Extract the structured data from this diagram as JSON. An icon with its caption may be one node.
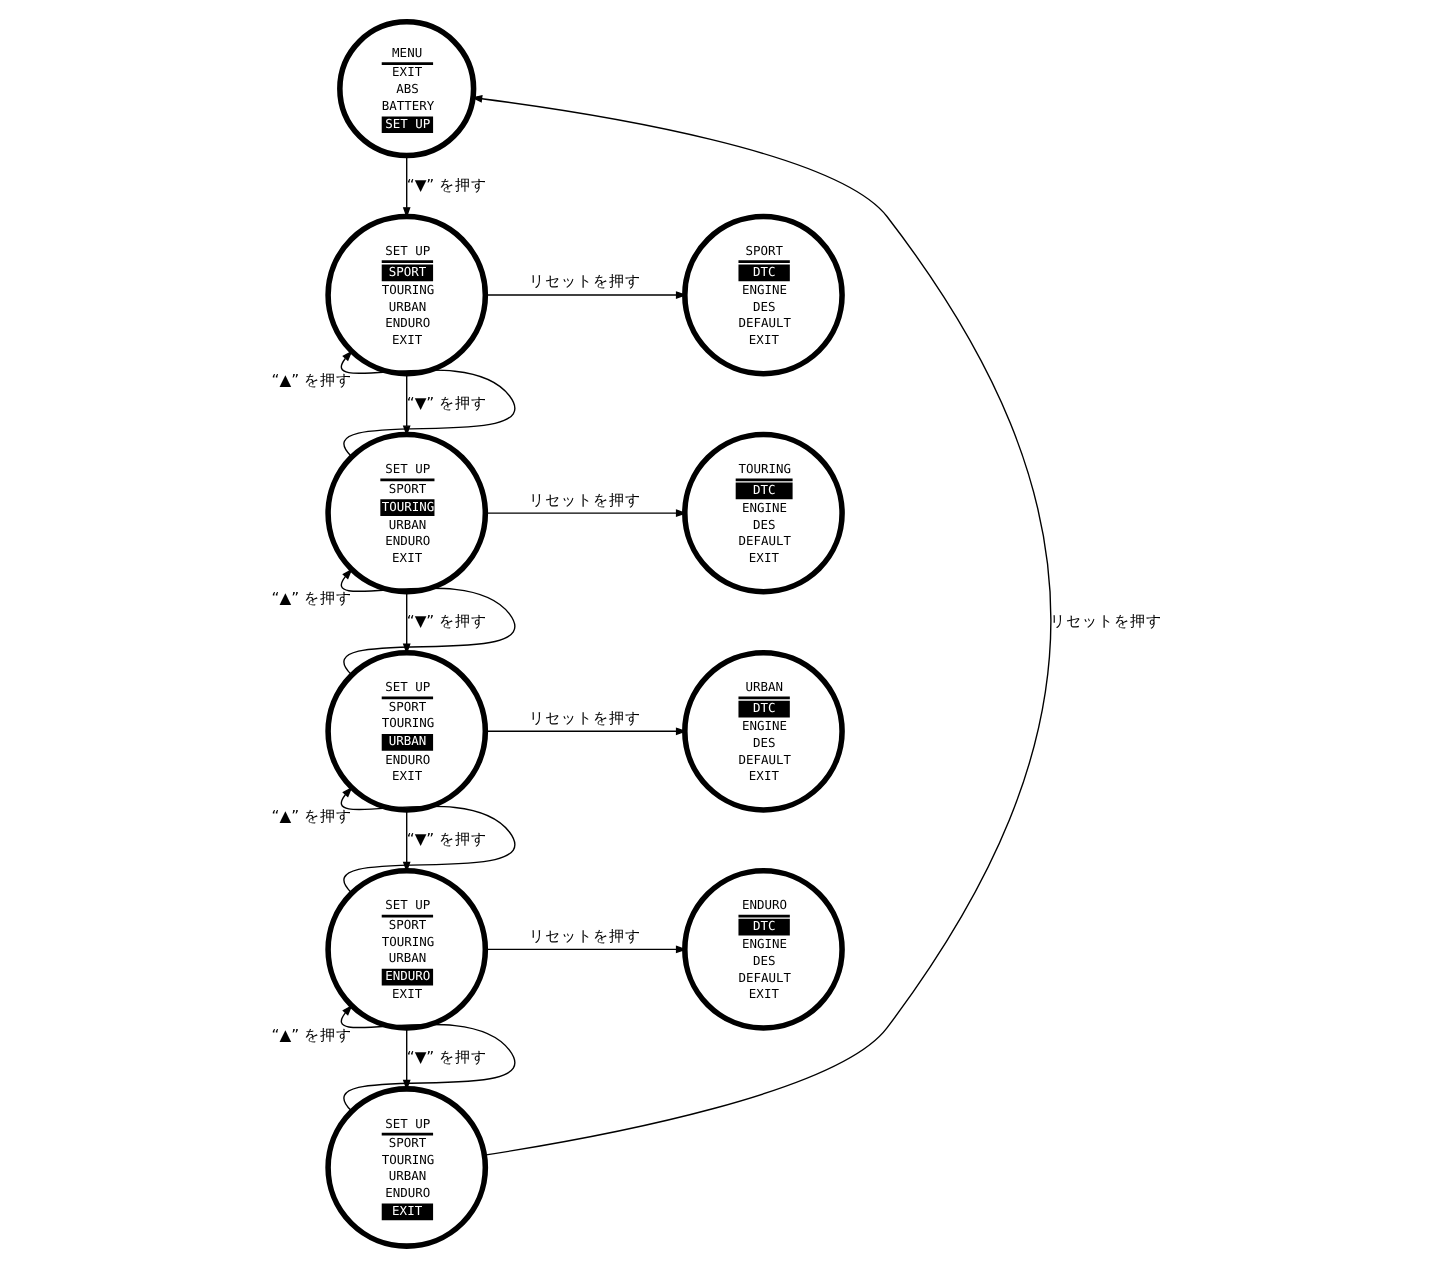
{
  "diagram": {
    "nodes": [
      {
        "text": [
          "MENU",
          "EXIT",
          "ABS",
          "BATTERY",
          "SET UP"
        ]
      },
      {
        "text": [
          "SET UP",
          "SPORT",
          "TOURING",
          "URBAN",
          "ENDURO",
          "EXIT"
        ]
      },
      {
        "text": [
          "SPORT",
          "DTC",
          "ENGINE",
          "DES",
          "DEFAULT",
          "EXIT"
        ]
      },
      {
        "text": [
          "SET UP",
          "SPORT",
          "TOURING",
          "URBAN",
          "ENDURO",
          "EXIT"
        ]
      },
      {
        "text": [
          "TOURING",
          "DTC",
          "ENGINE",
          "DES",
          "DEFAULT",
          "EXIT"
        ]
      },
      {
        "text": [
          "SET UP",
          "SPORT",
          "TOURING",
          "URBAN",
          "ENDURO",
          "EXIT"
        ]
      },
      {
        "text": [
          "URBAN",
          "DTC",
          "ENGINE",
          "DES",
          "DEFAULT",
          "EXIT"
        ]
      },
      {
        "text": [
          "SET UP",
          "SPORT",
          "TOURING",
          "URBAN",
          "ENDURO",
          "EXIT"
        ]
      },
      {
        "text": [
          "ENDURO",
          "DTC",
          "ENGINE",
          "DES",
          "DEFAULT",
          "EXIT"
        ]
      },
      {
        "text": [
          "SET UP",
          "SPORT",
          "TOURING",
          "URBAN",
          "ENDURO",
          "EXIT"
        ]
      }
    ],
    "edges": [
      {
        "from": 0,
        "to": 1,
        "arrow": "to",
        "label": "“▼” を押す"
      },
      {
        "from": 1,
        "to": 2,
        "arrow": "to",
        "label": "リセットを押す"
      },
      {
        "from": 1,
        "to": 3,
        "arrow": "to",
        "label": "“▼” を押す"
      },
      {
        "from": 3,
        "to": 1,
        "arrow": "to",
        "label": "“▲” を押す"
      },
      {
        "from": 3,
        "to": 4,
        "arrow": "to",
        "label": "リセットを押す"
      },
      {
        "from": 3,
        "to": 5,
        "arrow": "to",
        "label": "“▼” を押す"
      },
      {
        "from": 5,
        "to": 3,
        "arrow": "to",
        "label": "“▲” を押す"
      },
      {
        "from": 5,
        "to": 6,
        "arrow": "to",
        "label": "リセットを押す"
      },
      {
        "from": 5,
        "to": 7,
        "arrow": "to",
        "label": "“▼” を押す"
      },
      {
        "from": 7,
        "to": 5,
        "arrow": "to",
        "label": "“▲” を押す"
      },
      {
        "from": 7,
        "to": 8,
        "arrow": "to",
        "label": "リセットを押す"
      },
      {
        "from": 7,
        "to": 9,
        "arrow": "to",
        "label": "“▼” を押す"
      },
      {
        "from": 9,
        "to": 7,
        "arrow": "to",
        "label": "“▲” を押す"
      },
      {
        "from": 9,
        "to": 0,
        "arrow": "to",
        "label": "リセットを押す"
      }
    ]
  }
}
